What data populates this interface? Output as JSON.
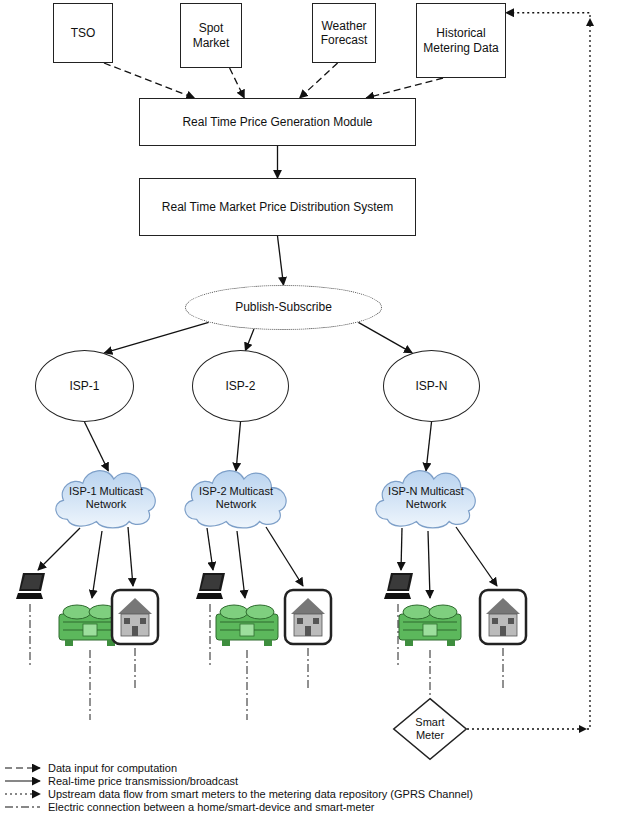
{
  "diagram": {
    "nodes": [
      {
        "text": [
          "TSO"
        ]
      },
      {
        "text": [
          "Spot Market"
        ]
      },
      {
        "text": [
          "Weather Forecast"
        ]
      },
      {
        "text": [
          "Historical Metering Data"
        ]
      },
      {
        "text": [
          "Real Time Price Generation Module"
        ]
      },
      {
        "text": [
          "Real Time Market Price Distribution System"
        ]
      },
      {
        "text": [
          "Publish-Subscribe"
        ]
      },
      {
        "text": [
          "ISP-1"
        ]
      },
      {
        "text": [
          "ISP-2"
        ]
      },
      {
        "text": [
          "ISP-N"
        ]
      },
      {
        "text": [
          "ISP-1 Multicast Network"
        ]
      },
      {
        "text": [
          "ISP-2 Multicast Network"
        ]
      },
      {
        "text": [
          "ISP-N Multicast Network"
        ]
      },
      {
        "text": [
          "Smart Meter"
        ]
      }
    ],
    "edges": [
      {
        "from": 0,
        "to": 4,
        "arrow": "to"
      },
      {
        "from": 1,
        "to": 4,
        "arrow": "to"
      },
      {
        "from": 2,
        "to": 4,
        "arrow": "to"
      },
      {
        "from": 3,
        "to": 4,
        "arrow": "to"
      },
      {
        "from": 4,
        "to": 5,
        "arrow": "to"
      },
      {
        "from": 5,
        "to": 6,
        "arrow": "to"
      },
      {
        "from": 6,
        "to": 7,
        "arrow": "to"
      },
      {
        "from": 6,
        "to": 8,
        "arrow": "to"
      },
      {
        "from": 6,
        "to": 9,
        "arrow": "to"
      },
      {
        "from": 7,
        "to": 10,
        "arrow": "to"
      },
      {
        "from": 8,
        "to": 11,
        "arrow": "to"
      },
      {
        "from": 9,
        "to": 12,
        "arrow": "to"
      },
      {
        "from": 13,
        "to": 3,
        "arrow": "to"
      }
    ],
    "legend": [
      {
        "text": "Data input for computation"
      },
      {
        "text": "Real-time price transmission/broadcast"
      },
      {
        "text": "Upstream data flow from smart meters to the metering data repository (GPRS Channel)"
      },
      {
        "text": "Electric connection between a home/smart-device and smart-meter"
      }
    ]
  }
}
